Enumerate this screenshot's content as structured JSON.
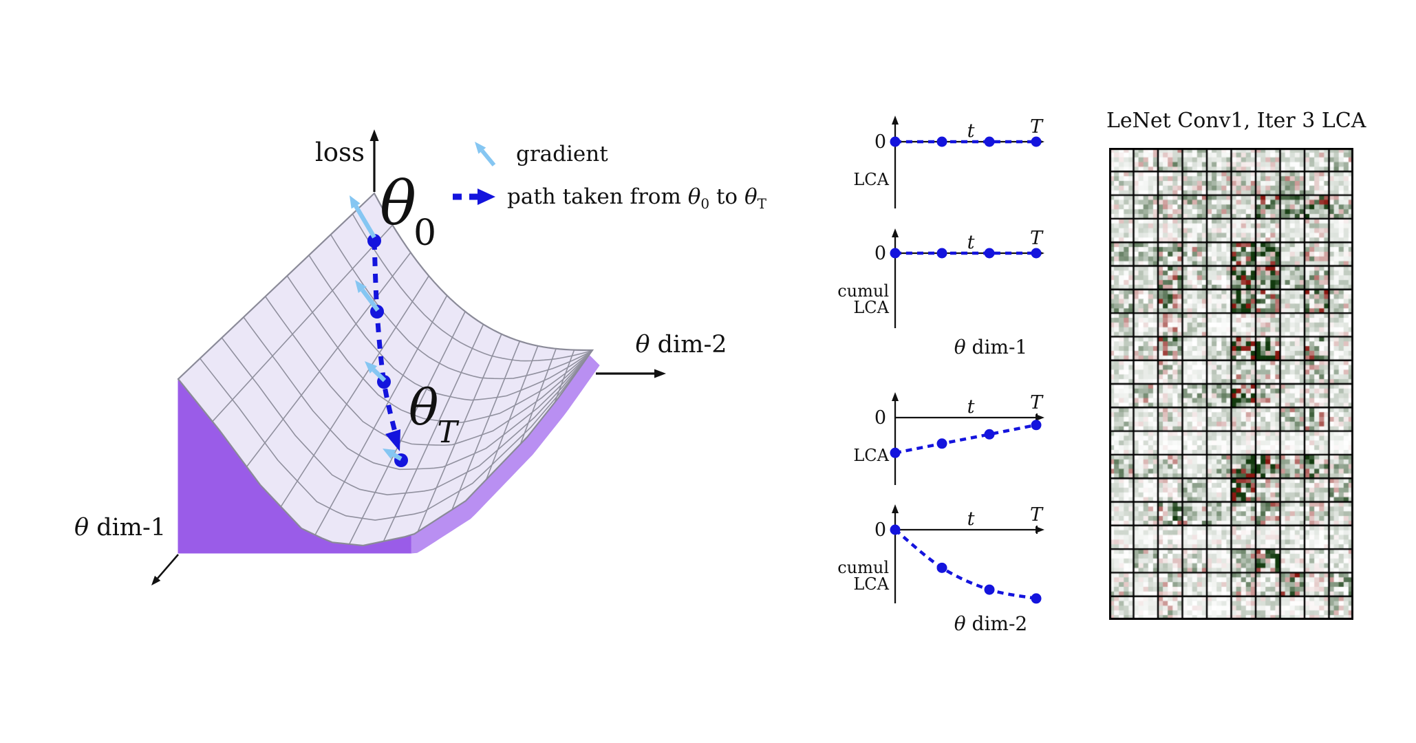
{
  "surface": {
    "loss_axis_label": "loss",
    "theta0": {
      "base": "θ",
      "sub": "0"
    },
    "thetaT": {
      "base": "θ",
      "sub": "T"
    },
    "dim1_label": {
      "theta": "θ",
      "rest": " dim-1"
    },
    "dim2_label": {
      "theta": "θ",
      "rest": " dim-2"
    },
    "path_points": [
      [
        544,
        350
      ],
      [
        548,
        453
      ],
      [
        558,
        555
      ],
      [
        583,
        669
      ]
    ],
    "gradient_arrows": [
      [
        544,
        345,
        508,
        284
      ],
      [
        549,
        451,
        516,
        407
      ],
      [
        559,
        553,
        530,
        525
      ],
      [
        583,
        667,
        556,
        652
      ]
    ],
    "colors": {
      "wall": "#9a5ce8",
      "edge_strip": "#b98ff2",
      "sheet": "#ebe7f7",
      "grid": "#90909e",
      "outline": "#8a8a98",
      "path_blue": "#1414dd",
      "gradient_blue": "#85c6f2",
      "axis": "#111111"
    }
  },
  "legend": {
    "gradient_label": "gradient",
    "path_label": {
      "pre": "path taken from ",
      "theta": "θ",
      "sub0": "0",
      "mid": " to ",
      "theta2": "θ",
      "subT": "T"
    }
  },
  "mini_plots": {
    "zero_label": "0",
    "t_label": "t",
    "T_label": "T",
    "groups": [
      {
        "axis_label": {
          "theta": "θ",
          "rest": " dim-1"
        },
        "plots": [
          {
            "side_label_lines": [
              "LCA"
            ],
            "values": [
              0,
              0,
              0,
              0
            ],
            "data_on_axis": true
          },
          {
            "side_label_lines": [
              "cumul",
              "LCA"
            ],
            "values": [
              0,
              0,
              0,
              0
            ],
            "data_on_axis": true
          }
        ]
      },
      {
        "axis_label": {
          "theta": "θ",
          "rest": " dim-2"
        },
        "plots": [
          {
            "side_label_lines": [
              "LCA"
            ],
            "values": [
              -0.38,
              -0.28,
              -0.18,
              -0.08
            ],
            "data_on_axis": false
          },
          {
            "side_label_lines": [
              "cumul",
              "LCA"
            ],
            "values": [
              0,
              -0.41,
              -0.645,
              -0.74
            ],
            "data_on_axis": false
          }
        ]
      }
    ]
  },
  "heatmap": {
    "title": "LeNet Conv1, Iter 3 LCA",
    "rows": 20,
    "cols": 10,
    "subgrid": 5,
    "seed": 20190905,
    "col_intensity": [
      0.4,
      0.32,
      0.62,
      0.33,
      0.36,
      1.0,
      0.98,
      0.62,
      0.74,
      0.45
    ],
    "row_intensity": [
      0.75,
      0.7,
      0.95,
      0.5,
      1.0,
      0.75,
      0.9,
      0.6,
      0.95,
      0.5,
      0.95,
      0.6,
      0.35,
      0.85,
      0.95,
      1.0,
      0.3,
      0.85,
      0.95,
      0.55
    ],
    "red_heavy_cols": [
      2,
      5,
      6,
      8
    ],
    "palette": {
      "negative_full": "#123a0e",
      "positive_full": "#8a1710",
      "zero": "#ffffff",
      "gridline": "#000000"
    }
  },
  "chart_data": [
    {
      "type": "line",
      "title": "LCA (θ dim-1)",
      "xlabel": "t",
      "x_end_label": "T",
      "x_frac": [
        0,
        0.33,
        0.66,
        1
      ],
      "values": [
        0,
        0,
        0,
        0
      ],
      "line_style": "dashed",
      "color": "#1414dd"
    },
    {
      "type": "line",
      "title": "cumul LCA (θ dim-1)",
      "xlabel": "t",
      "x_end_label": "T",
      "x_frac": [
        0,
        0.33,
        0.66,
        1
      ],
      "values": [
        0,
        0,
        0,
        0
      ],
      "line_style": "dashed",
      "color": "#1414dd"
    },
    {
      "type": "line",
      "title": "LCA (θ dim-2)",
      "xlabel": "t",
      "x_end_label": "T",
      "x_frac": [
        0,
        0.33,
        0.66,
        1
      ],
      "values": [
        -0.38,
        -0.28,
        -0.18,
        -0.08
      ],
      "line_style": "dashed",
      "color": "#1414dd"
    },
    {
      "type": "line",
      "title": "cumul LCA (θ dim-2)",
      "xlabel": "t",
      "x_end_label": "T",
      "x_frac": [
        0,
        0.33,
        0.66,
        1
      ],
      "values": [
        0,
        -0.41,
        -0.645,
        -0.74
      ],
      "line_style": "dashed",
      "color": "#1414dd"
    },
    {
      "type": "heatmap",
      "title": "LeNet Conv1, Iter 3 LCA",
      "rows": 20,
      "cols": 10,
      "cell_grid": "5x5",
      "palette": {
        "negative": "#123a0e",
        "zero": "#ffffff",
        "positive": "#8a1710"
      }
    }
  ]
}
